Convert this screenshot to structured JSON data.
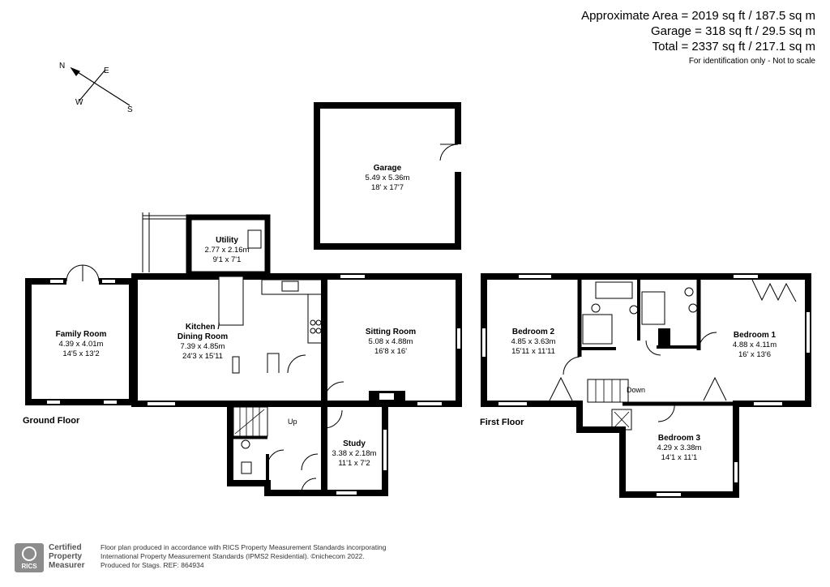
{
  "summary": {
    "approx_area": "Approximate Area = 2019 sq ft / 187.5 sq m",
    "garage_area": "Garage = 318 sq ft / 29.5 sq m",
    "total_area": "Total = 2337 sq ft / 217.1 sq m",
    "note": "For identification only - Not to scale"
  },
  "compass": {
    "n": "N",
    "e": "E",
    "s": "S",
    "w": "W"
  },
  "floors": {
    "ground": "Ground Floor",
    "first": "First Floor"
  },
  "rooms": {
    "garage": {
      "name": "Garage",
      "metric": "5.49 x 5.36m",
      "imperial": "18' x 17'7"
    },
    "utility": {
      "name": "Utility",
      "metric": "2.77 x 2.16m",
      "imperial": "9'1 x 7'1"
    },
    "family": {
      "name": "Family Room",
      "metric": "4.39 x 4.01m",
      "imperial": "14'5 x 13'2"
    },
    "kitchen": {
      "name1": "Kitchen /",
      "name2": "Dining Room",
      "metric": "7.39 x 4.85m",
      "imperial": "24'3 x 15'11"
    },
    "sitting": {
      "name": "Sitting Room",
      "metric": "5.08 x 4.88m",
      "imperial": "16'8 x 16'"
    },
    "study": {
      "name": "Study",
      "metric": "3.38 x 2.18m",
      "imperial": "11'1 x 7'2"
    },
    "bed2": {
      "name": "Bedroom 2",
      "metric": "4.85 x 3.63m",
      "imperial": "15'11 x 11'11"
    },
    "bed1": {
      "name": "Bedroom 1",
      "metric": "4.88 x 4.11m",
      "imperial": "16' x 13'6"
    },
    "bed3": {
      "name": "Bedroom 3",
      "metric": "4.29 x 3.38m",
      "imperial": "14'1 x 11'1"
    }
  },
  "stairs": {
    "up": "Up",
    "down": "Down"
  },
  "footer": {
    "badge": "RICS",
    "cert_line1": "Certified",
    "cert_line2": "Property",
    "cert_line3": "Measurer",
    "line1": "Floor plan produced in accordance with RICS Property Measurement Standards incorporating",
    "line2": "International Property Measurement Standards (IPMS2 Residential). ©nichecom 2022.",
    "line3": "Produced for Stags.  REF: 864934"
  }
}
